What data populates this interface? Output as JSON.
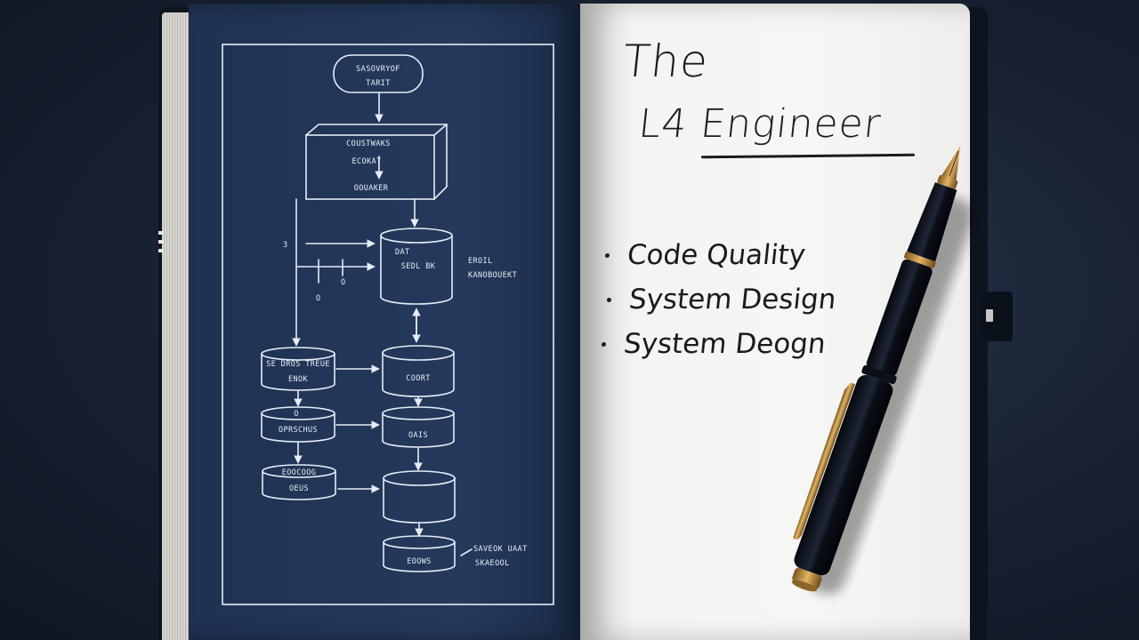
{
  "notebook": {
    "title_line_1": "The",
    "title_line_2": "L4 Engineer",
    "bullets": [
      "Code Quality",
      "System Design",
      "System Deogn"
    ]
  },
  "blueprint": {
    "nodes": [
      {
        "id": "start",
        "lines": [
          "SASOVRYOF",
          "TARIT"
        ]
      },
      {
        "id": "box",
        "lines": [
          "COUSTWAKS",
          "ECOKAT",
          "OOUAKER"
        ]
      },
      {
        "id": "db",
        "lines": [
          "DAT",
          "SEDL BK"
        ]
      },
      {
        "id": "db-side",
        "lines": [
          "EROIL",
          "KANOBOUEKT"
        ]
      },
      {
        "id": "l1",
        "lines": [
          "SE DROS TREUE",
          "ENOK"
        ]
      },
      {
        "id": "r1",
        "lines": [
          "COORT"
        ]
      },
      {
        "id": "l2",
        "lines": [
          "O",
          "OPRSCHUS"
        ]
      },
      {
        "id": "r2",
        "lines": [
          "OAIS"
        ]
      },
      {
        "id": "l3",
        "lines": [
          "EOOCOOG",
          "OEUS"
        ]
      },
      {
        "id": "r3",
        "lines": [
          ""
        ]
      },
      {
        "id": "r4",
        "lines": [
          "EOOWS"
        ]
      },
      {
        "id": "bottom-note",
        "lines": [
          "SAVEOK UAAT",
          "SKAEOOL"
        ]
      },
      {
        "id": "left-note",
        "lines": [
          "3",
          "O",
          "O"
        ]
      }
    ]
  },
  "colors": {
    "blueprint_page": "#23385a",
    "paper": "#f4f4f2",
    "ink": "#1b1b1b",
    "pen_body": "#101622",
    "pen_gold": "#c8953a"
  }
}
